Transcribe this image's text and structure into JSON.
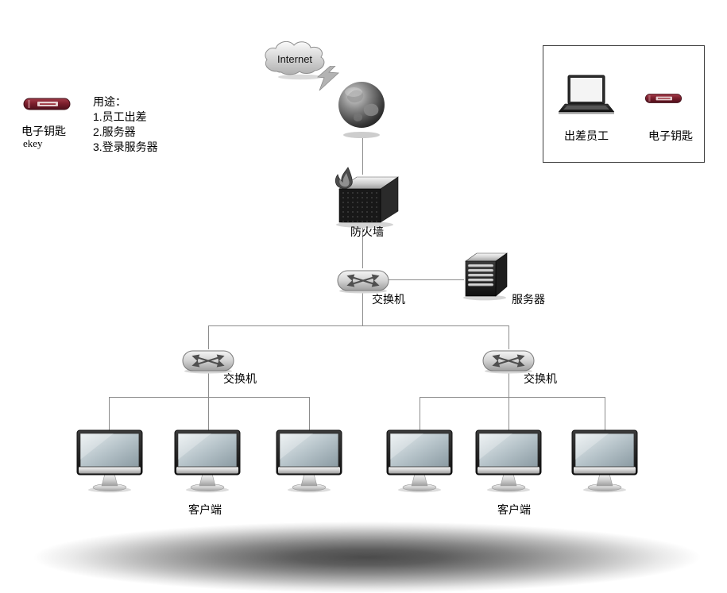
{
  "legend": {
    "ekey_title": "电子钥匙",
    "ekey_subtitle": "ekey",
    "usage_heading": "用途：",
    "usage_items": [
      "1.员工出差",
      "2.服务器",
      "3.登录服务器"
    ]
  },
  "remote_box": {
    "laptop_label": "出差员工",
    "ekey_label": "电子钥匙"
  },
  "topology": {
    "internet": "Internet",
    "firewall": "防火墙",
    "core_switch": "交换机",
    "server": "服务器",
    "left_switch": "交换机",
    "right_switch": "交换机",
    "left_clients": "客户端",
    "right_clients": "客户端"
  },
  "colors": {
    "line": "#8c8c8c",
    "ekey_red": "#7c1f2d",
    "box_border": "#3f3f3f",
    "background": "#ffffff"
  }
}
